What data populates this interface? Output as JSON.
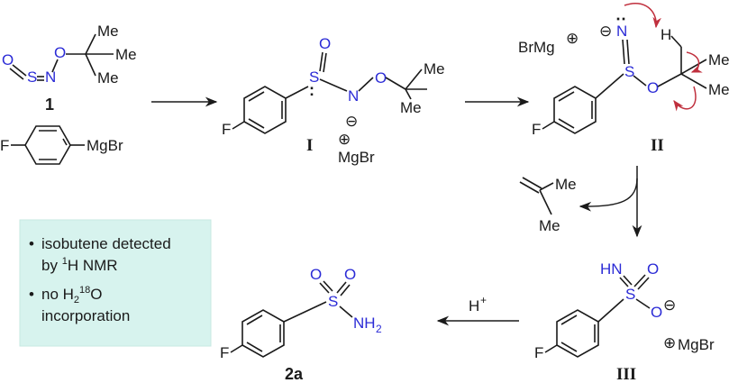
{
  "colors": {
    "ink": "#1a1a1a",
    "hetero": "#2b2bd6",
    "curly_arrow": "#c0303e",
    "note_bg": "#d7f3ee",
    "note_border": "#c7e8e2"
  },
  "labels": {
    "compound_1": "1",
    "intermediate_I": "I",
    "intermediate_II": "II",
    "intermediate_III": "III",
    "product_2a": "2a"
  },
  "atoms": {
    "O": "O",
    "S": "S",
    "N": "N",
    "H": "H",
    "F": "F",
    "Me": "Me",
    "MgBr": "MgBr",
    "BrMg": "BrMg",
    "HN": "HN",
    "NH": "NH",
    "sub2": "2"
  },
  "charges": {
    "plus": "⊕",
    "minus": "⊖"
  },
  "proton": {
    "H": "H",
    "plus": "+"
  },
  "notes": {
    "item1_line1": "isobutene detected",
    "item1_line2_pre": "by ",
    "item1_line2_sup": "1",
    "item1_line2_post": "H NMR",
    "item2_line1_pre": "no H",
    "item2_line1_sub": "2",
    "item2_line1_sup": "18",
    "item2_line1_post": "O",
    "item2_line2": "incorporation",
    "bullet": "•"
  }
}
